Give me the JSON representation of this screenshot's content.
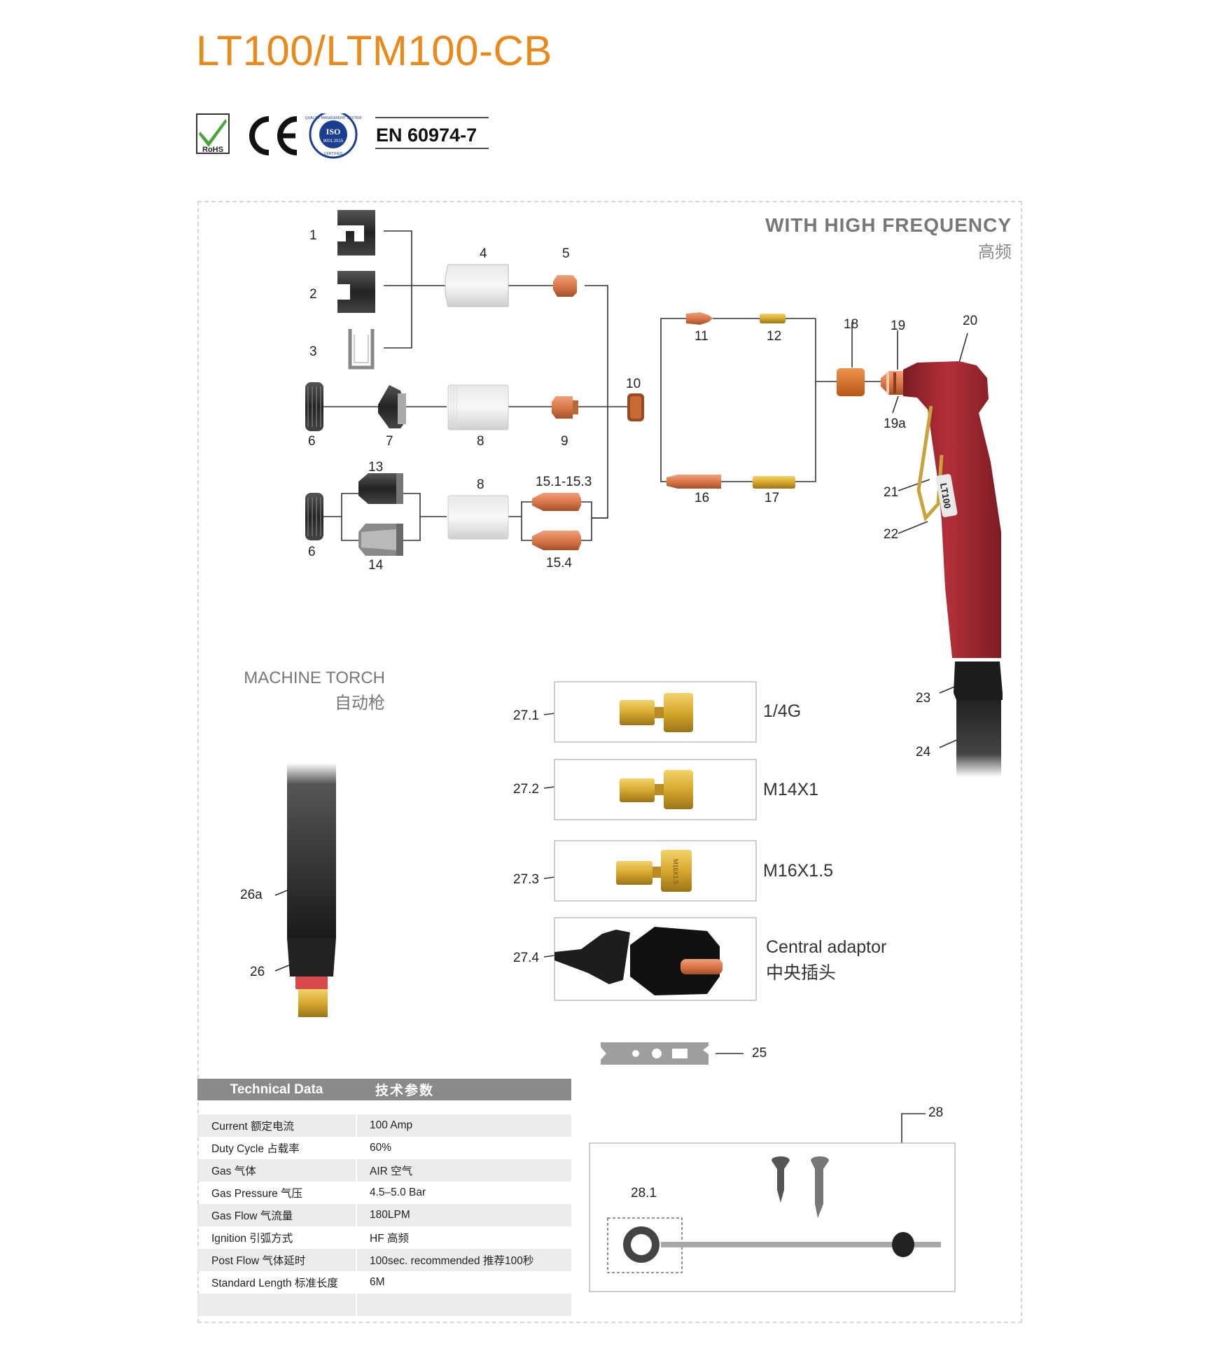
{
  "title": "LT100/LTM100-CB",
  "certifications": {
    "rohs": "RoHS",
    "ce": "CE",
    "iso_top": "QUALITY MANAGEMENT SYSTEM",
    "iso_mid": "ISO",
    "iso_code": "9001:2015",
    "iso_bottom": "CERTIFIED",
    "standard": "EN 60974-7"
  },
  "hand_torch": {
    "heading": "WITH HIGH FREQUENCY",
    "heading_cn": "高频",
    "torch_label": "LT100",
    "parts": [
      "1",
      "2",
      "3",
      "4",
      "5",
      "6",
      "7",
      "8",
      "9",
      "10",
      "11",
      "12",
      "13",
      "14",
      "15.1-15.3",
      "15.4",
      "16",
      "17",
      "18",
      "19",
      "19a",
      "20",
      "21",
      "22",
      "23",
      "24",
      "6",
      "8"
    ]
  },
  "machine_torch": {
    "heading": "MACHINE TORCH",
    "heading_cn": "自动枪",
    "parts": [
      "26a",
      "26"
    ]
  },
  "adaptors": [
    {
      "num": "27.1",
      "label": "1/4G"
    },
    {
      "num": "27.2",
      "label": "M14X1"
    },
    {
      "num": "27.3",
      "label": "M16X1.5",
      "stamp": "M16X1.5"
    },
    {
      "num": "27.4",
      "label": "Central adaptor",
      "label_cn": "中央插头"
    }
  ],
  "spanner": {
    "num": "25"
  },
  "guide_kit": {
    "num": "28",
    "sub": "28.1"
  },
  "technical_data": {
    "header": "Technical  Data",
    "header_cn": "技术参数",
    "rows": [
      {
        "label": "Current  额定电流",
        "value": "100 Amp"
      },
      {
        "label": "Duty Cycle 占载率",
        "value": "60%"
      },
      {
        "label": "Gas 气体",
        "value": "AIR  空气"
      },
      {
        "label": "Gas Pressure 气压",
        "value": "4.5–5.0 Bar"
      },
      {
        "label": "Gas Flow 气流量",
        "value": "180LPM"
      },
      {
        "label": "Ignition 引弧方式",
        "value": "HF 高频"
      },
      {
        "label": "Post Flow  气体延时",
        "value": "100sec. recommended  推荐100秒"
      },
      {
        "label": "Standard Length  标准长度",
        "value": "6M"
      },
      {
        "label": "",
        "value": ""
      }
    ]
  },
  "colors": {
    "title": "#e8891a",
    "torch_body": "#a3262f",
    "copper": "#d9784a",
    "brass": "#d7a82e",
    "table_header": "#8a8a8a"
  }
}
